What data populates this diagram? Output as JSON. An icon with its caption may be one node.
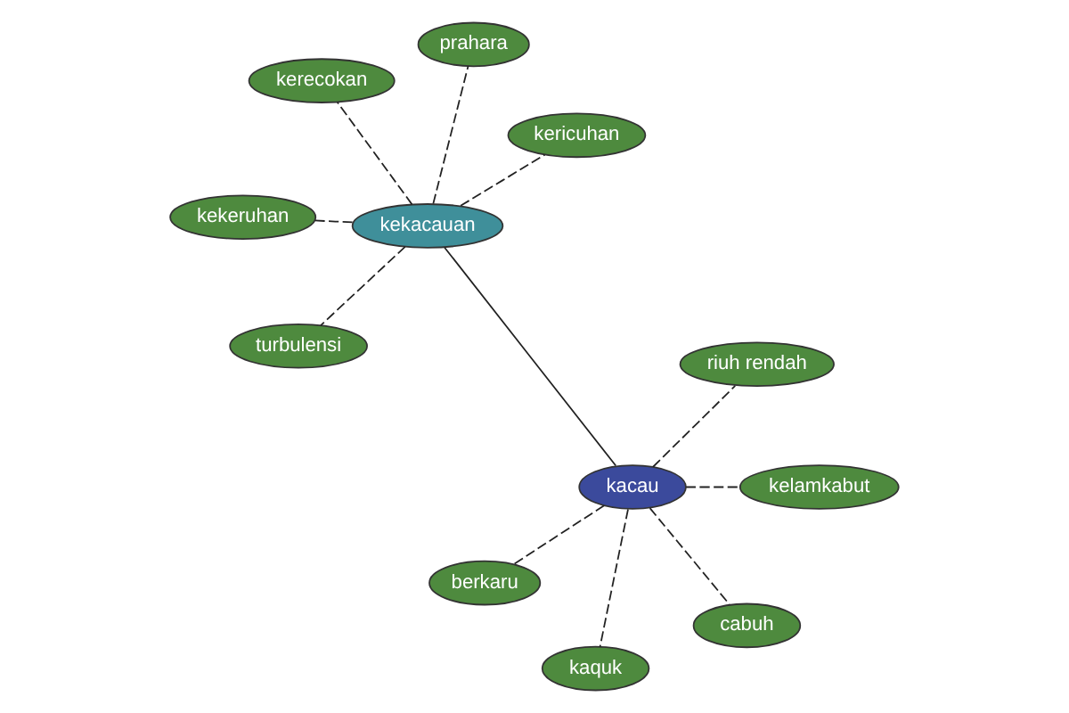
{
  "diagram": {
    "nodes": [
      {
        "text": [
          "kekeruhan"
        ]
      },
      {
        "text": [
          "kelamkabut"
        ]
      },
      {
        "text": [
          "kekacauan"
        ]
      },
      {
        "text": [
          "turbulensi"
        ]
      },
      {
        "text": [
          "berkaru"
        ]
      },
      {
        "text": [
          "cabuh"
        ]
      },
      {
        "text": [
          "kacau"
        ]
      },
      {
        "text": [
          "kerecokan"
        ]
      },
      {
        "text": [
          "kericuhan"
        ]
      },
      {
        "text": [
          "prahara"
        ]
      },
      {
        "text": [
          "riuh rendah"
        ]
      },
      {
        "text": [
          "kaquk"
        ]
      }
    ],
    "edges": [
      {
        "from": 6,
        "to": 2,
        "arrow": "none"
      },
      {
        "from": 6,
        "to": 1,
        "arrow": "none",
        "style": "dashed"
      },
      {
        "from": 6,
        "to": 4,
        "arrow": "none",
        "style": "dashed"
      },
      {
        "from": 6,
        "to": 5,
        "arrow": "none",
        "style": "dashed"
      },
      {
        "from": 6,
        "to": 10,
        "arrow": "none",
        "style": "dashed"
      },
      {
        "from": 6,
        "to": 11,
        "arrow": "none",
        "style": "dashed"
      },
      {
        "from": 2,
        "to": 0,
        "arrow": "none",
        "style": "dashed"
      },
      {
        "from": 2,
        "to": 3,
        "arrow": "none",
        "style": "dashed"
      },
      {
        "from": 2,
        "to": 7,
        "arrow": "none",
        "style": "dashed"
      },
      {
        "from": 2,
        "to": 8,
        "arrow": "none",
        "style": "dashed"
      },
      {
        "from": 2,
        "to": 9,
        "arrow": "none",
        "style": "dashed"
      }
    ]
  }
}
